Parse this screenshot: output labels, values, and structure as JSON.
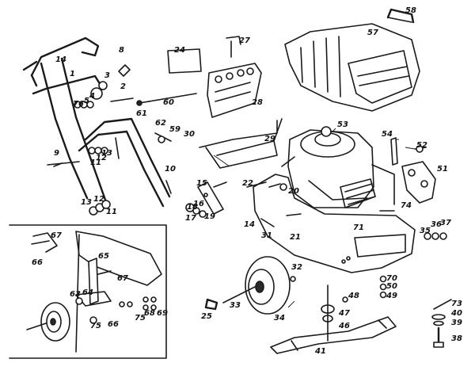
{
  "labels": [
    "14",
    "1",
    "8",
    "3",
    "2",
    "7",
    "6",
    "5",
    "4",
    "60",
    "61",
    "27",
    "24",
    "28",
    "58",
    "57",
    "62",
    "59",
    "30",
    "29",
    "9",
    "11",
    "12",
    "13",
    "10",
    "53",
    "54",
    "52",
    "51",
    "22",
    "15",
    "20",
    "16",
    "18",
    "17",
    "19",
    "13",
    "12",
    "11",
    "14",
    "31",
    "21",
    "74",
    "71",
    "35",
    "36",
    "37",
    "67",
    "66",
    "65",
    "67",
    "32",
    "64",
    "63",
    "75",
    "66",
    "75",
    "68",
    "69",
    "70",
    "50",
    "49",
    "48",
    "47",
    "46",
    "33",
    "25",
    "34",
    "73",
    "40",
    "39",
    "38",
    "41"
  ],
  "colors": {
    "ink": "#1a1a1a",
    "paper": "#ffffff"
  }
}
